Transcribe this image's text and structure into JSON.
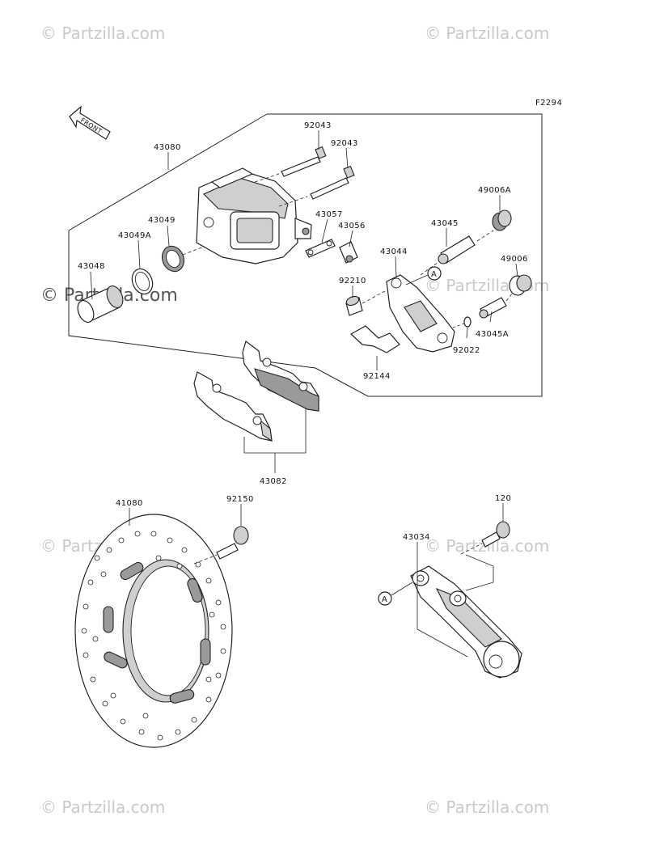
{
  "diagram_code": "F2294",
  "front_arrow_label": "FRONT",
  "callouts": {
    "c43080": "43080",
    "c92043a": "92043",
    "c92043b": "92043",
    "c43049": "43049",
    "c43049A": "43049A",
    "c43048": "43048",
    "c43057": "43057",
    "c43056": "43056",
    "c43045": "43045",
    "c49006A": "49006A",
    "c43044": "43044",
    "c49006": "49006",
    "c92210": "92210",
    "c43045A": "43045A",
    "c92022": "92022",
    "c92144": "92144",
    "c43082": "43082",
    "c41080": "41080",
    "c92150": "92150",
    "c120": "120",
    "c43034": "43034",
    "refA1": "A",
    "refA2": "A"
  },
  "watermarks": {
    "text": "© Partzilla.com",
    "featured": "© Partzilla.com"
  }
}
